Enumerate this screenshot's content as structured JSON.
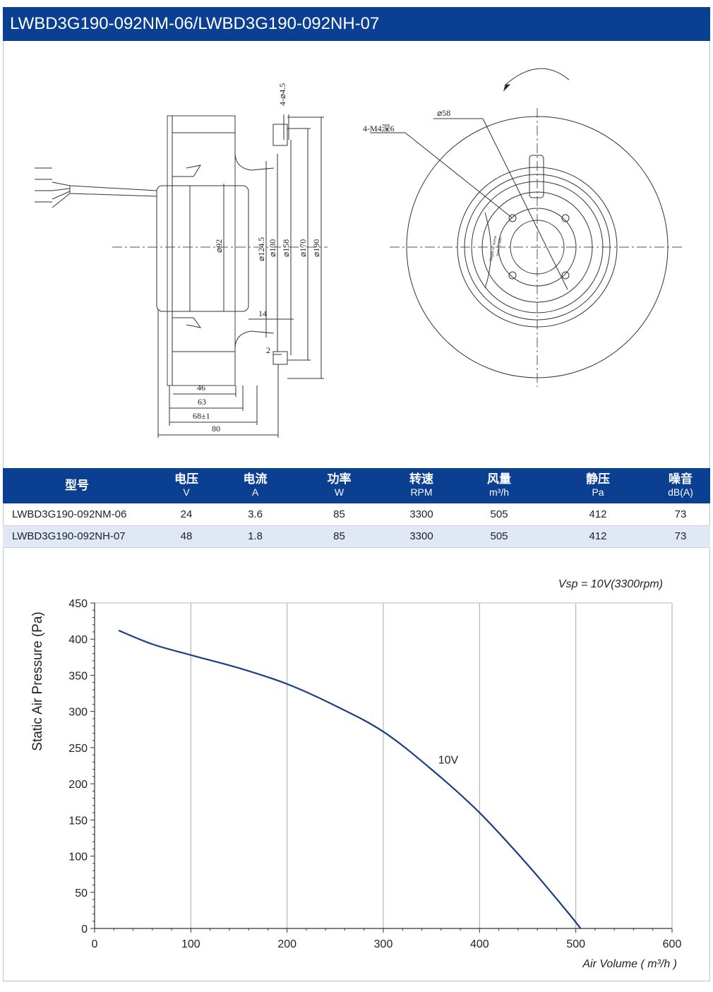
{
  "header": {
    "title": "LWBD3G190-092NM-06/LWBD3G190-092NH-07"
  },
  "drawing": {
    "side_view": {
      "dims": {
        "d_hole": "4-⌀4.5",
        "d92": "⌀92",
        "d124": "⌀124.5",
        "d130": "⌀130",
        "d158": "⌀158",
        "d170": "⌀170",
        "d190": "⌀190",
        "dim14": "14",
        "dim2": "2",
        "dim46": "46",
        "dim63": "63",
        "dim68": "68±1",
        "dim80": "80"
      }
    },
    "front_view": {
      "labels": {
        "d58": "⌀58",
        "m4": "4-M4深6",
        "depth_note_1": "Depth of screw",
        "depth_note_2": "max. 5 mm"
      }
    }
  },
  "spec_table": {
    "headers": [
      {
        "label": "型号",
        "unit": ""
      },
      {
        "label": "电压",
        "unit": "V"
      },
      {
        "label": "电流",
        "unit": "A"
      },
      {
        "label": "功率",
        "unit": "W"
      },
      {
        "label": "转速",
        "unit": "RPM"
      },
      {
        "label": "风量",
        "unit": "m³/h"
      },
      {
        "label": "静压",
        "unit": "Pa"
      },
      {
        "label": "噪音",
        "unit": "dB(A)"
      }
    ],
    "rows": [
      [
        "LWBD3G190-092NM-06",
        "24",
        "3.6",
        "85",
        "3300",
        "505",
        "412",
        "73"
      ],
      [
        "LWBD3G190-092NH-07",
        "48",
        "1.8",
        "85",
        "3300",
        "505",
        "412",
        "73"
      ]
    ]
  },
  "chart_data": {
    "type": "line",
    "annotation": "Vsp = 10V(3300rpm)",
    "xlabel": "Air Volume ( m³/h )",
    "ylabel": "Static Air Pressure  (Pa)",
    "xlim": [
      0,
      600
    ],
    "ylim": [
      0,
      450
    ],
    "x_ticks": [
      0,
      100,
      200,
      300,
      400,
      500,
      600
    ],
    "y_ticks": [
      0,
      50,
      100,
      150,
      200,
      250,
      300,
      350,
      400,
      450
    ],
    "grid": "vertical",
    "line_color": "#1a3f7e",
    "series": [
      {
        "name": "10V",
        "points": [
          [
            25,
            412
          ],
          [
            60,
            393
          ],
          [
            100,
            378
          ],
          [
            150,
            360
          ],
          [
            200,
            338
          ],
          [
            250,
            308
          ],
          [
            300,
            272
          ],
          [
            350,
            220
          ],
          [
            400,
            160
          ],
          [
            450,
            88
          ],
          [
            490,
            25
          ],
          [
            505,
            0
          ]
        ]
      }
    ]
  }
}
